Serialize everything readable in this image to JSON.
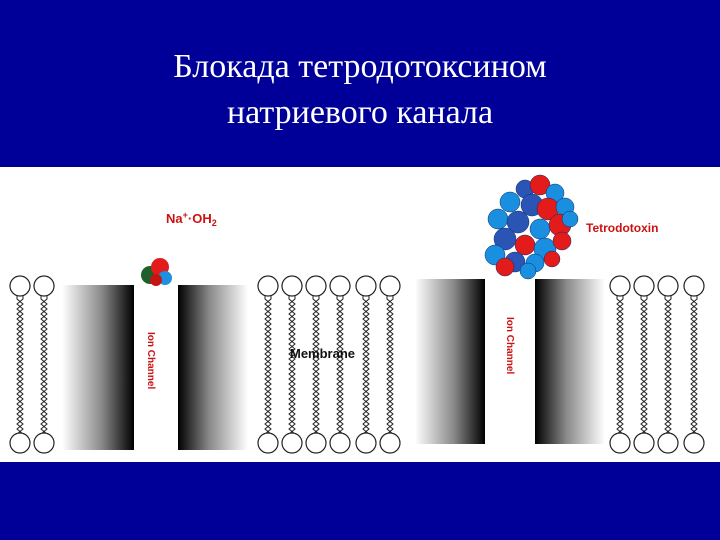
{
  "slide": {
    "title_line1": "Блокада тетродотоксином",
    "title_line2": "натриевого канала",
    "background_color": "#000099"
  },
  "diagram": {
    "ion_label_main": "Na",
    "ion_label_sup": "+",
    "ion_label_rest": "·OH",
    "ion_label_sub": "2",
    "channel_label_left": "Ion Channel",
    "channel_label_right": "Ion Channel",
    "membrane_label": "Membrane",
    "toxin_label": "Tetrodotoxin",
    "label_color": "#cc1111",
    "toxin_colors": [
      "#1a8fe0",
      "#e31b1b",
      "#2a55b5"
    ]
  }
}
